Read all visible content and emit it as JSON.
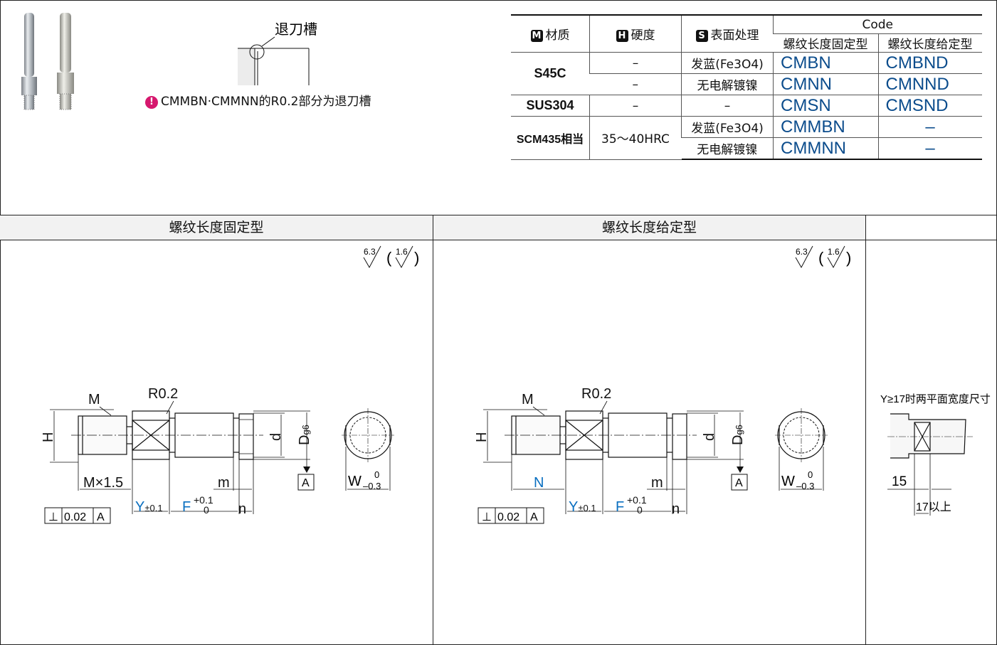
{
  "recess_label": "退刀槽",
  "note_text": "CMMBN·CMMNN的R0.2部分为退刀槽",
  "table": {
    "headers": {
      "material": {
        "badge": "M",
        "label": "材质"
      },
      "hardness": {
        "badge": "H",
        "label": "硬度"
      },
      "surface": {
        "badge": "S",
        "label": "表面处理"
      },
      "code": "Code",
      "code_fixed": "螺纹长度固定型",
      "code_specified": "螺纹长度给定型"
    },
    "rows": [
      {
        "material": "S45C",
        "hardness": "–",
        "surface": "发蓝(Fe3O4)",
        "fixed": "CMBN",
        "specified": "CMBND"
      },
      {
        "hardness": "–",
        "surface": "无电解镀镍",
        "fixed": "CMNN",
        "specified": "CMNND"
      },
      {
        "material": "SUS304",
        "hardness": "–",
        "surface": "–",
        "fixed": "CMSN",
        "specified": "CMSND"
      },
      {
        "material": "SCM435相当",
        "hardness": "35～40HRC",
        "surface": "发蓝(Fe3O4)",
        "fixed": "CMMBN",
        "specified": "–"
      },
      {
        "surface": "无电解镀镍",
        "fixed": "CMMNN",
        "specified": "–"
      }
    ]
  },
  "panels": {
    "fixed_title": "螺纹长度固定型",
    "specified_title": "螺纹长度给定型"
  },
  "drawing": {
    "roughness_a": "6.3",
    "roughness_b": "1.6",
    "M": "M",
    "R": "R0.2",
    "H": "H",
    "d": "d",
    "D": "D",
    "D_tol": "g6",
    "datum": "A",
    "thread_dim": "M×1.5",
    "N": "N",
    "m": "m",
    "n": "n",
    "Y": "Y",
    "Y_tol": "±0.1",
    "F": "F",
    "F_tol_upper": "+0.1",
    "F_tol_lower": "0",
    "W": "W",
    "W_tol_upper": "0",
    "W_tol_lower": "–0.3",
    "perp_symbol": "⊥",
    "perp_value": "0.02"
  },
  "side_panel": {
    "title": "Y≥17时两平面宽度尺寸",
    "dim_15": "15",
    "dim_17": "17以上"
  },
  "colors": {
    "code_blue": "#0b4c8c",
    "dim_blue": "#0a6fc0",
    "note_pink": "#d6186e"
  }
}
